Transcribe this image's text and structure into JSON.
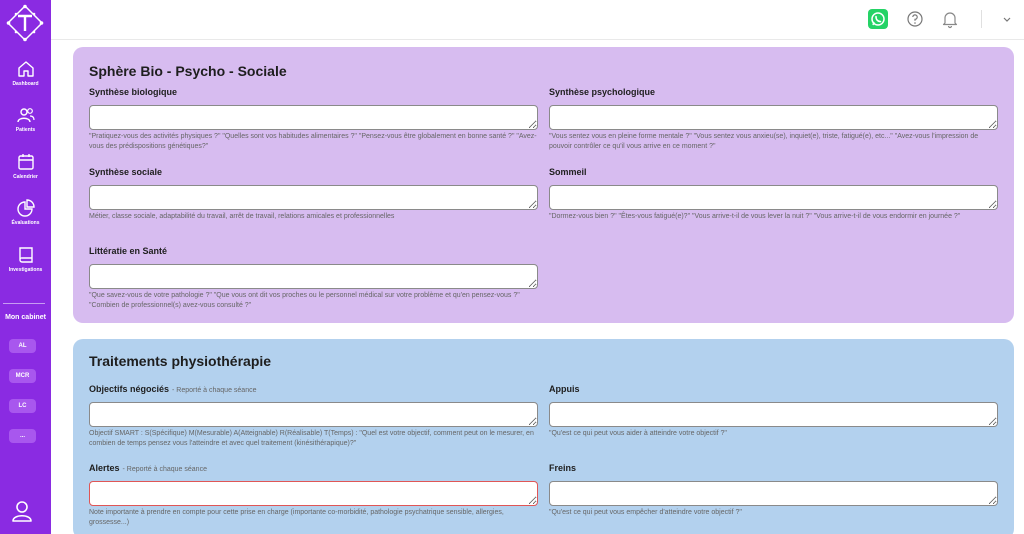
{
  "sidebar": {
    "nav": [
      {
        "label": "Dashboard",
        "icon": "home-icon"
      },
      {
        "label": "Patients",
        "icon": "users-icon"
      },
      {
        "label": "Calendrier",
        "icon": "calendar-icon"
      },
      {
        "label": "Évaluations",
        "icon": "pie-chart-icon"
      },
      {
        "label": "Investigations",
        "icon": "book-icon"
      }
    ],
    "cabinet_title": "Mon cabinet",
    "cabinet_buttons": [
      "AL",
      "MCR",
      "LC",
      "..."
    ]
  },
  "sphere": {
    "title": "Sphère Bio - Psycho - Sociale",
    "fields": [
      {
        "label": "Synthèse biologique",
        "hint": "\"Pratiquez-vous des activités physiques ?\" \"Quelles sont vos habitudes alimentaires ?\" \"Pensez-vous être globalement en bonne santé ?\" \"Avez-vous des prédispositions génétiques?\""
      },
      {
        "label": "Synthèse psychologique",
        "hint": "\"Vous sentez vous en pleine forme mentale ?\" \"Vous sentez vous anxieu(se), inquiet(e), triste, fatigué(e), etc...\" \"Avez-vous l'impression de pouvoir contrôler ce qu'il vous arrive en ce moment ?\""
      },
      {
        "label": "Synthèse sociale",
        "hint": "Métier, classe sociale, adaptabilité du travail, arrêt de travail, relations amicales et professionnelles"
      },
      {
        "label": "Sommeil",
        "hint": "\"Dormez-vous bien ?\" \"Êtes-vous fatigué(e)?\" \"Vous arrive-t-il de vous lever la nuit ?\" \"Vous arrive-t-il de vous endormir en journée ?\""
      },
      {
        "label": "Littératie en Santé",
        "hint": "\"Que savez-vous de votre pathologie ?\" \"Que vous ont dit vos proches ou le personnel médical sur votre problème et qu'en pensez-vous ?\" \"Combien de professionnel(s) avez-vous consulté ?\""
      }
    ]
  },
  "traitements": {
    "title": "Traitements physiothérapie",
    "fields": [
      {
        "label": "Objectifs négociés",
        "note": "- Reporté à chaque séance",
        "hint": "Objectif SMART : S(Spécifique) M(Mesurable) A(Atteignable) R(Réalisable) T(Temps) : \"Quel est votre objectif, comment peut on le mesurer, en combien de temps pensez vous l'atteindre et avec quel traitement (kinésithérapique)?\""
      },
      {
        "label": "Appuis",
        "note": "",
        "hint": "\"Qu'est ce qui peut vous aider à atteindre votre objectif ?\""
      },
      {
        "label": "Alertes",
        "note": "- Reporté à chaque séance",
        "hint": "Note importante à prendre en compte pour cette prise en charge (importante co-morbidité, pathologie psychatrique sensible, allergies, grossesse...)"
      },
      {
        "label": "Freins",
        "note": "",
        "hint": "\"Qu'est ce qui peut vous empêcher d'atteindre votre objectif ?\""
      }
    ]
  },
  "colors": {
    "sidebar": "#8a2be2",
    "sphere_bg": "#d7bcf0",
    "traitements_bg": "#b3d1ee",
    "whatsapp": "#25d366",
    "alert_border": "#e05656"
  }
}
